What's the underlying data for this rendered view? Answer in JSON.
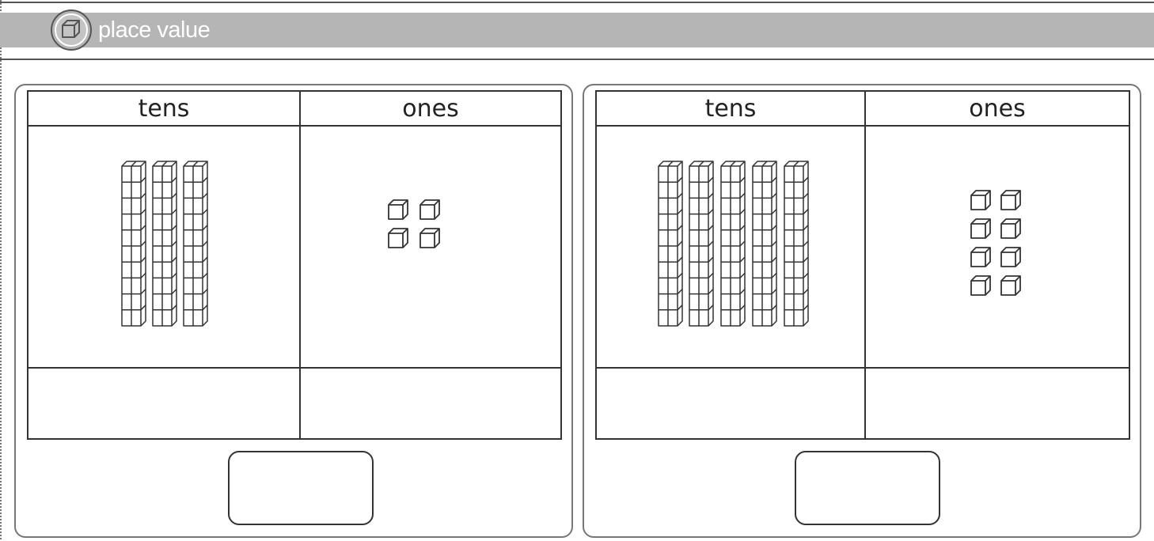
{
  "header": {
    "title": "place value",
    "logo_icon": "cube-icon",
    "band_color": "#b5b5b5"
  },
  "panels": [
    {
      "columns": [
        "tens",
        "ones"
      ],
      "tens_rods": 3,
      "ones_cubes": 4
    },
    {
      "columns": [
        "tens",
        "ones"
      ],
      "tens_rods": 5,
      "ones_cubes": 8
    }
  ]
}
